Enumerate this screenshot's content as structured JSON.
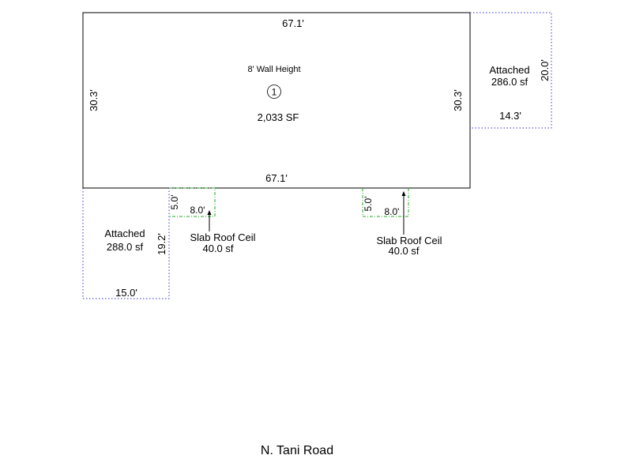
{
  "main_area": {
    "top_dim": "67.1'",
    "bottom_dim": "67.1'",
    "left_dim": "30.3'",
    "right_dim": "30.3'",
    "wall_height": "8' Wall Height",
    "area_number": "1",
    "area": "2,033 SF"
  },
  "attached_right": {
    "label": "Attached",
    "area": "286.0 sf",
    "height_dim": "20.0'",
    "width_dim": "14.3'"
  },
  "attached_left": {
    "label": "Attached",
    "area": "288.0 sf",
    "height_dim": "19.2'",
    "width_dim": "15.0'"
  },
  "slab_left": {
    "label": "Slab Roof Ceil",
    "area": "40.0 sf",
    "depth_dim": "5.0'",
    "width_dim": "8.0'"
  },
  "slab_right": {
    "label": "Slab Roof Ceil",
    "area": "40.0 sf",
    "depth_dim": "5.0'",
    "width_dim": "8.0'"
  },
  "road": {
    "label": "N. Tani Road"
  },
  "colors": {
    "outline": "#000000",
    "attached_border": "#3333cc",
    "slab_border": "#22aa22"
  }
}
